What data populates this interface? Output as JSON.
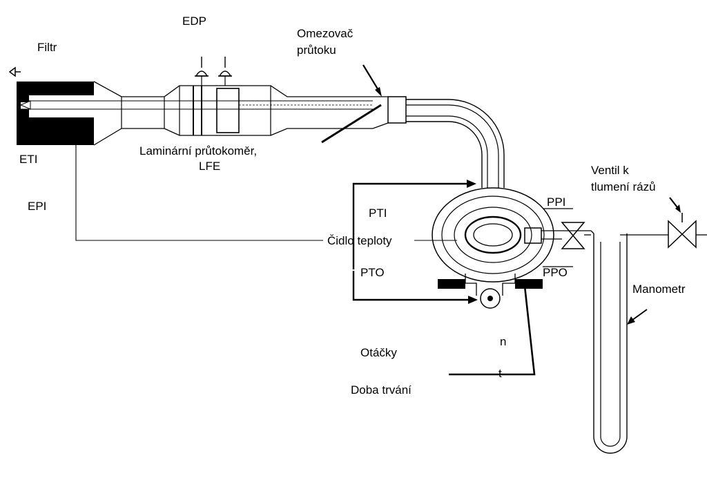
{
  "labels": {
    "filtr": "Filtr",
    "edp": "EDP",
    "omezovac_1": "Omezovač",
    "omezovac_2": "průtoku",
    "lfe_1": "Laminární průtokoměr,",
    "lfe_2": "LFE",
    "eti": "ETI",
    "epi": "EPI",
    "pti": "PTI",
    "ppi": "PPI",
    "cidlo": "Čidlo teploty",
    "pto": "PTO",
    "ppo": "PPO",
    "ventil_1": "Ventil k",
    "ventil_2": "tlumení rázů",
    "manometr": "Manometr",
    "n": "n",
    "otacky": "Otáčky",
    "t": "t",
    "doba": "Doba trvání"
  },
  "colors": {
    "ink": "#000000",
    "background": "#ffffff"
  }
}
